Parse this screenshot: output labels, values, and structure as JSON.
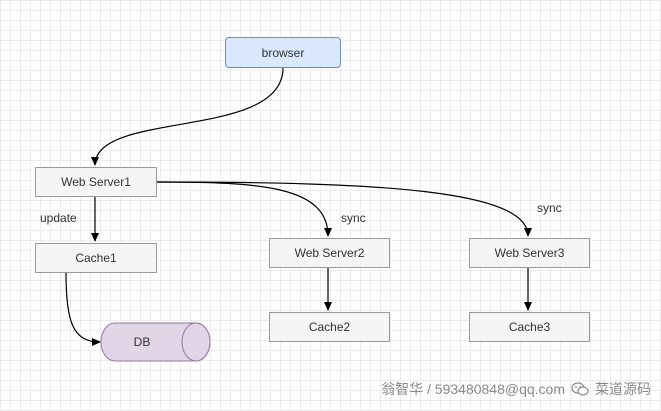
{
  "nodes": {
    "browser": "browser",
    "web_server1": "Web Server1",
    "web_server2": "Web Server2",
    "web_server3": "Web Server3",
    "cache1": "Cache1",
    "cache2": "Cache2",
    "cache3": "Cache3",
    "db": "DB"
  },
  "edge_labels": {
    "update": "update",
    "sync_left": "sync",
    "sync_right": "sync"
  },
  "watermark": {
    "author": "翁智华 / 593480848@qq.com",
    "brand": "菜道源码",
    "icon": "wechat-icon"
  },
  "colors": {
    "node_fill": "#f5f5f5",
    "node_stroke": "#9a9a9a",
    "browser_fill": "#dae8fc",
    "browser_stroke": "#6c8ebf",
    "db_fill": "#e1d5e7",
    "db_stroke": "#9673a6"
  }
}
